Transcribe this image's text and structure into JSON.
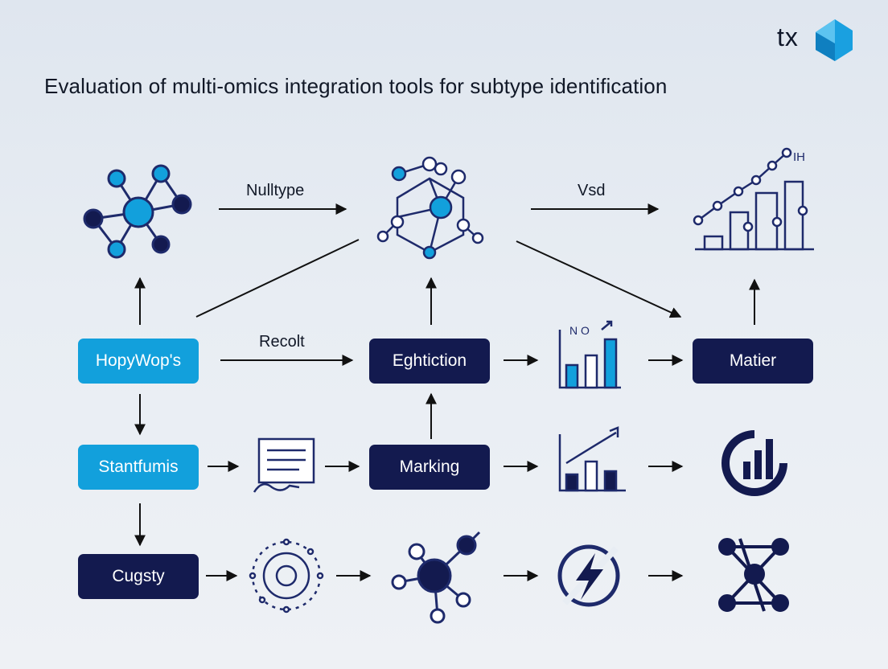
{
  "title": "Evaluation of multi-omics integration tools for subtype identification",
  "brand": {
    "text": "tx",
    "color": "#1aa0e0"
  },
  "colors": {
    "light_node": "#12a0dc",
    "dark_node": "#131a4f",
    "stroke": "#1e2a6b",
    "arrow": "#111111"
  },
  "nodes": {
    "hopywops": "HopyWop's",
    "stantfumis": "Stantfumis",
    "cugsty": "Cugsty",
    "eghtiction": "Eghtiction",
    "marking": "Marking",
    "matier": "Matier"
  },
  "edge_labels": {
    "nulltype": "Nulltype",
    "vsd": "Vsd",
    "recolt": "Recolt"
  },
  "icon_labels": {
    "line_chart_corner": "IH",
    "bar_chart_corner": "N O"
  }
}
